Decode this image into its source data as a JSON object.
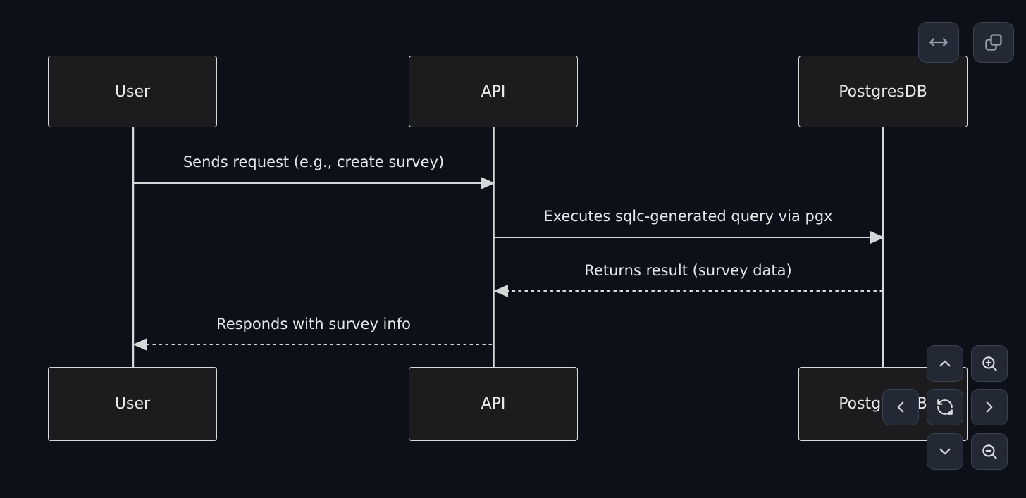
{
  "diagram": {
    "type": "sequence",
    "actors": [
      {
        "id": "user",
        "label": "User"
      },
      {
        "id": "api",
        "label": "API"
      },
      {
        "id": "postgresdb",
        "label": "PostgresDB"
      }
    ],
    "messages": [
      {
        "from": "User",
        "to": "API",
        "label": "Sends request (e.g., create survey)",
        "line": "solid",
        "direction": "right"
      },
      {
        "from": "API",
        "to": "PostgresDB",
        "label": "Executes sqlc-generated query via pgx",
        "line": "solid",
        "direction": "right"
      },
      {
        "from": "PostgresDB",
        "to": "API",
        "label": "Returns result (survey data)",
        "line": "dotted",
        "direction": "left"
      },
      {
        "from": "API",
        "to": "User",
        "label": "Responds with survey info",
        "line": "dotted",
        "direction": "left"
      }
    ],
    "colors": {
      "background": "#0d1018",
      "actor_fill": "#1c1c1e",
      "actor_border": "#d9dadb",
      "text": "#e8e8e8",
      "line": "#d6d7d8"
    }
  },
  "controls": {
    "top_right": {
      "expand": "move-horizontal-icon",
      "copy": "copy-icon"
    },
    "pan_zoom": {
      "up": "chevron-up-icon",
      "down": "chevron-down-icon",
      "left": "chevron-left-icon",
      "right": "chevron-right-icon",
      "reset": "refresh-icon",
      "zoom_in": "zoom-in-icon",
      "zoom_out": "zoom-out-icon"
    },
    "button_colors": {
      "background": "#232934",
      "border": "#3b4251",
      "icon_top": "#97a0ae",
      "icon_pan": "#d7dbe2"
    }
  }
}
